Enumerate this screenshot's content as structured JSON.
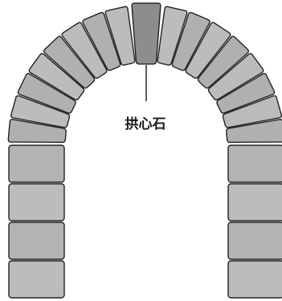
{
  "diagram": {
    "callout_label": "拱心石",
    "colors": {
      "stroke": "#222222",
      "keystone_fill": "#8d8d8d",
      "voussoir_fill": "#b0b0b0",
      "voussoir_fill_alt": "#bcbcbc",
      "pillar_fill": "#b3b3b3",
      "background": "#ffffff"
    },
    "arch": {
      "voussoirs_per_side": 8,
      "pillar_blocks_per_side": 4,
      "keystone_highlighted": true
    }
  }
}
